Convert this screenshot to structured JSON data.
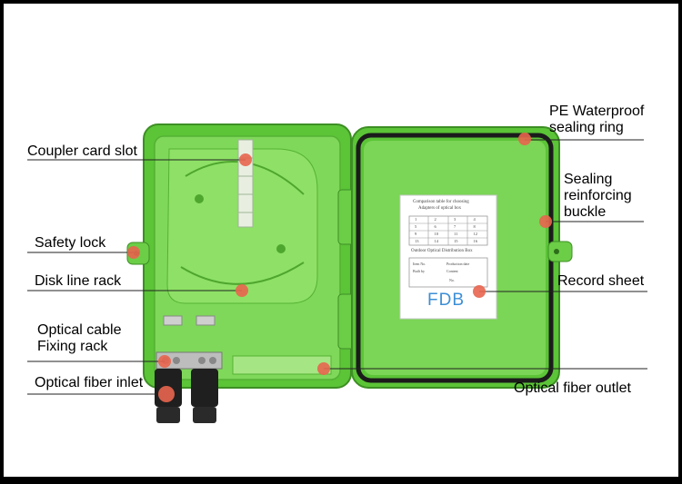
{
  "labels": {
    "coupler_card_slot": "Coupler card slot",
    "safety_lock": "Safety lock",
    "disk_line_rack": "Disk line rack",
    "optical_cable_fixing_rack_line1": "Optical cable",
    "optical_cable_fixing_rack_line2": "Fixing rack",
    "optical_fiber_inlet": "Optical fiber inlet",
    "pe_waterproof_line1": "PE Waterproof",
    "pe_waterproof_line2": "sealing ring",
    "sealing_buckle_line1": "Sealing",
    "sealing_buckle_line2": "reinforcing",
    "sealing_buckle_line3": "buckle",
    "record_sheet": "Record sheet",
    "optical_fiber_outlet": "Optical fiber outlet"
  },
  "record_sheet": {
    "brand": "FDB",
    "table_title_line1": "Comparison table for choosing",
    "table_title_line2": "Adapters of optical box",
    "numbers": [
      "1",
      "2",
      "3",
      "4",
      "5",
      "6",
      "7",
      "8",
      "9",
      "10",
      "11",
      "12",
      "13",
      "14",
      "15",
      "16"
    ],
    "subtitle": "Outdoor Optical Distribution Box",
    "field1": "Item No.",
    "field2": "Production date",
    "field3": "Built by",
    "field4": "Content",
    "field5": "No."
  },
  "colors": {
    "box_green": "#7ed957",
    "box_dark": "#47a32c",
    "marker": "#e8654e",
    "leader": "#222222"
  }
}
